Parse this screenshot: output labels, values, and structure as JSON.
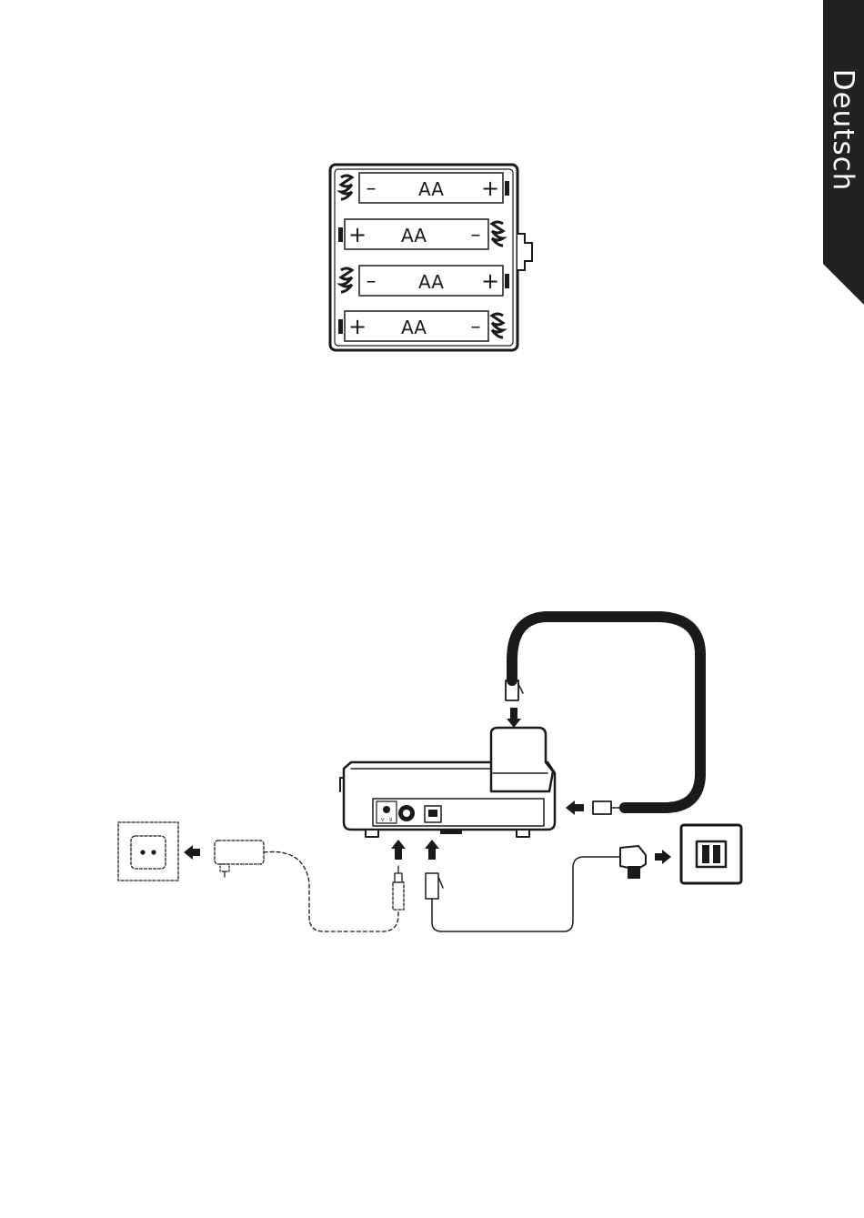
{
  "language_tab": {
    "label": "Deutsch",
    "background_color": "#222222",
    "text_color": "#ffffff"
  },
  "battery_diagram": {
    "cells": [
      {
        "label": "AA",
        "left_sign": "–",
        "right_sign": "+"
      },
      {
        "label": "AA",
        "left_sign": "+",
        "right_sign": "–"
      },
      {
        "label": "AA",
        "left_sign": "–",
        "right_sign": "+"
      },
      {
        "label": "AA",
        "left_sign": "+",
        "right_sign": "–"
      }
    ]
  },
  "connection_diagram": {
    "port_labels": [
      "V",
      "9"
    ],
    "line_color": "#1a1a1a"
  }
}
